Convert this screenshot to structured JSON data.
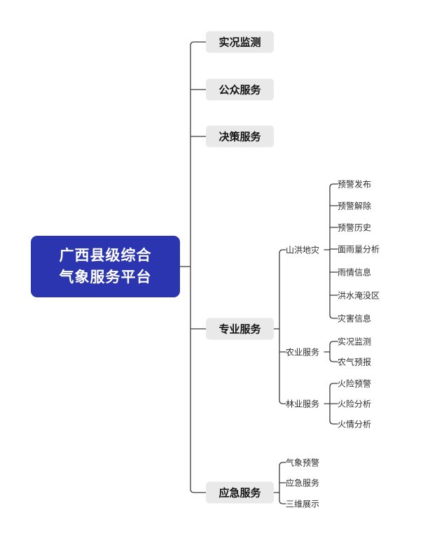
{
  "colors": {
    "root_bg": "#2b35af",
    "root_text": "#ffffff",
    "branch_bg": "#e9e9e9",
    "line_color": "#3b3b3b"
  },
  "tree": {
    "root": {
      "line1": "广西县级综合",
      "line2": "气象服务平台"
    },
    "branches": [
      {
        "label": "实况监测",
        "children": []
      },
      {
        "label": "公众服务",
        "children": []
      },
      {
        "label": "决策服务",
        "children": []
      },
      {
        "label": "专业服务",
        "children": [
          {
            "label": "山洪地灾",
            "children": [
              {
                "label": "预警发布"
              },
              {
                "label": "预警解除"
              },
              {
                "label": "预警历史"
              },
              {
                "label": "面雨量分析"
              },
              {
                "label": "雨情信息"
              },
              {
                "label": "洪水淹没区"
              },
              {
                "label": "灾害信息"
              }
            ]
          },
          {
            "label": "农业服务",
            "children": [
              {
                "label": "实况监测"
              },
              {
                "label": "农气预报"
              }
            ]
          },
          {
            "label": "林业服务",
            "children": [
              {
                "label": "火险预警"
              },
              {
                "label": "火险分析"
              },
              {
                "label": "火情分析"
              }
            ]
          }
        ]
      },
      {
        "label": "应急服务",
        "children": [
          {
            "label": "气象预警"
          },
          {
            "label": "应急服务"
          },
          {
            "label": "三维展示"
          }
        ]
      }
    ]
  }
}
